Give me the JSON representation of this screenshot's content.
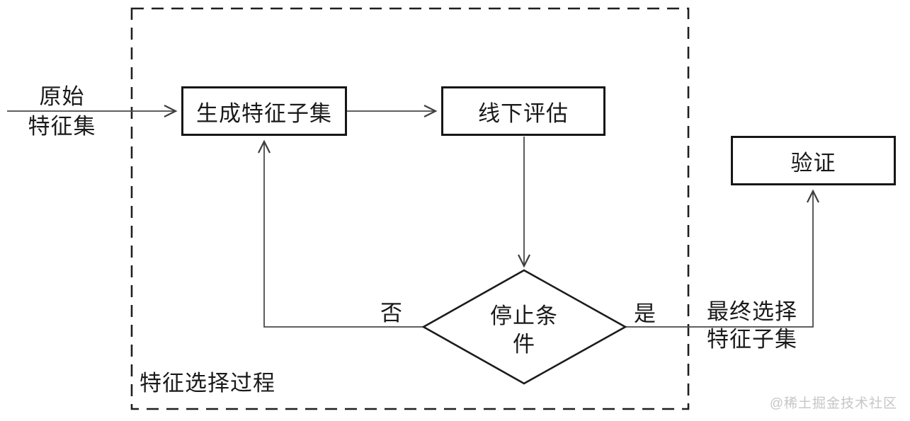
{
  "colors": {
    "background": "#ffffff",
    "shape_border": "#1a1a1a",
    "connector": "#4a4a4a",
    "text": "#1a1a1a",
    "watermark": "#c6c6c6"
  },
  "container": {
    "label": "特征选择过程"
  },
  "nodes": {
    "source": {
      "line1": "原始",
      "line2": "特征集"
    },
    "generate": {
      "label": "生成特征子集"
    },
    "evaluate": {
      "label": "线下评估"
    },
    "decision": {
      "line1": "停止条",
      "line2": "件"
    },
    "validate": {
      "label": "验证"
    },
    "result": {
      "line1": "最终选择",
      "line2": "特征子集"
    }
  },
  "edges": {
    "no_label": "否",
    "yes_label": "是"
  },
  "watermark": {
    "text": "@稀土掘金技术社区"
  }
}
